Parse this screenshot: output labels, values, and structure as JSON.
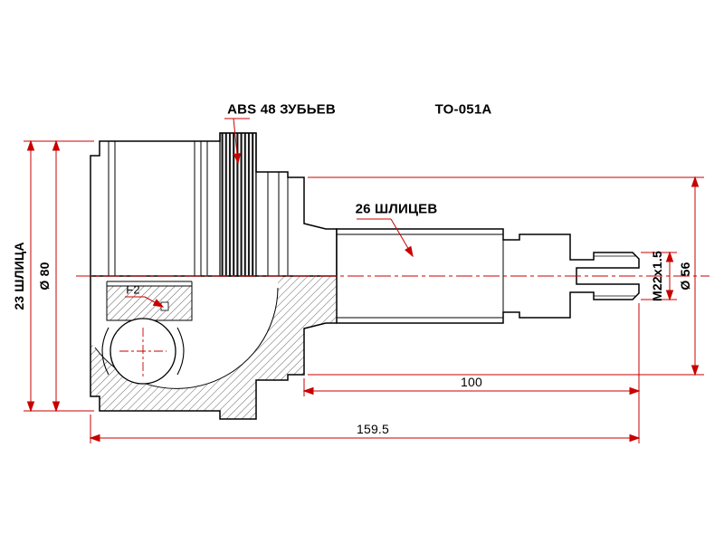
{
  "drawing": {
    "part_code": "TO-051A",
    "callouts": {
      "abs_ring": "ABS 48 ЗУБЬЕВ",
      "shaft_splines": "26 ШЛИЦЕВ",
      "inner_splines": "23 ШЛИЦА",
      "outer_diameter": "Ø 80",
      "groove": "F2",
      "thread": "M22x1.5",
      "flange_diameter": "Ø 56"
    },
    "dimensions": {
      "shaft_length": "100",
      "overall_length": "159.5"
    },
    "colors": {
      "line": "#000000",
      "dimension": "#c80000",
      "background": "#ffffff"
    }
  }
}
